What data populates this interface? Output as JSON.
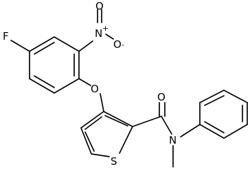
{
  "atoms": {
    "fluorine": "F",
    "nitro_nitrogen": "N",
    "nitro_plus": "+",
    "nitro_oxygen_top": "O",
    "nitro_oxygen_right": "O",
    "nitro_minus": "-",
    "ether_oxygen": "O",
    "carbonyl_oxygen": "O",
    "amide_nitrogen": "N",
    "thiophene_sulfur": "S"
  }
}
